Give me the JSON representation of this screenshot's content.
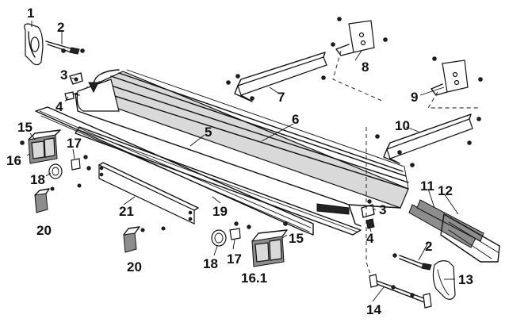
{
  "callouts": {
    "c1": "1",
    "c2a": "2",
    "c2b": "2",
    "c3a": "3",
    "c3b": "3",
    "c4a": "4",
    "c4b": "4",
    "c5": "5",
    "c6": "6",
    "c7": "7",
    "c8": "8",
    "c9": "9",
    "c10": "10",
    "c11": "11",
    "c12": "12",
    "c13": "13",
    "c14": "14",
    "c15a": "15",
    "c15b": "15",
    "c16": "16",
    "c16_1": "16.1",
    "c17a": "17",
    "c17b": "17",
    "c18a": "18",
    "c18b": "18",
    "c19": "19",
    "c20a": "20",
    "c20b": "20",
    "c21": "21"
  }
}
